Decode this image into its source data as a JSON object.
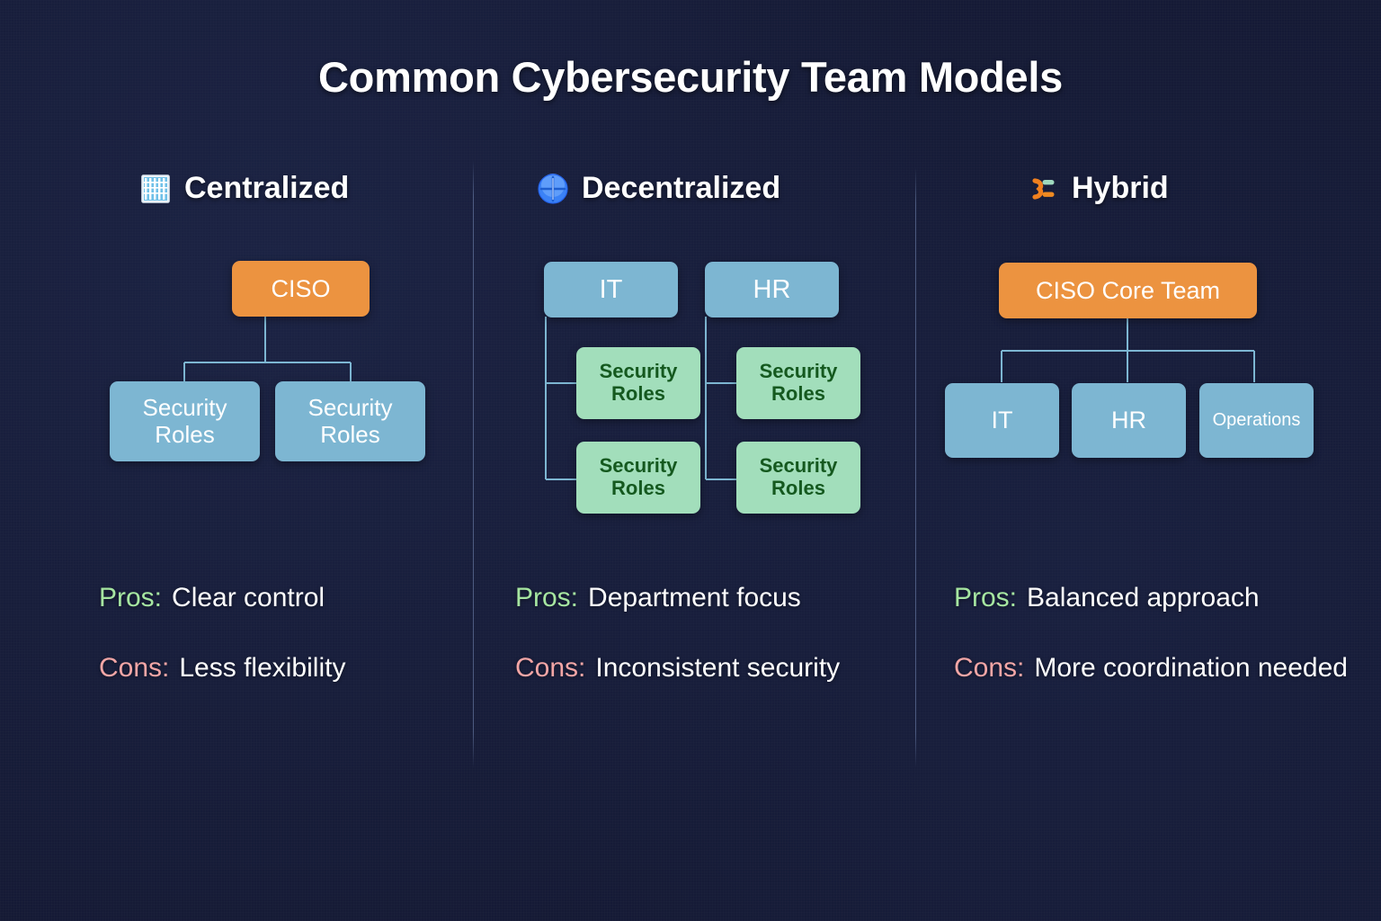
{
  "page": {
    "title": "Common Cybersecurity Team Models",
    "background_color": "#151a35",
    "title_color": "#ffffff"
  },
  "palette": {
    "orange": "#ec9340",
    "blue": "#7db6d2",
    "green": "#a2debb",
    "green_text": "#15591f",
    "pros_color": "#a6e6a1",
    "cons_color": "#f3a6a6",
    "connector": "#7db6d2",
    "divider": "#6f7fa8"
  },
  "columns": [
    {
      "id": "centralized",
      "icon": "office-building-icon",
      "heading": "Centralized",
      "nodes": {
        "root": "CISO",
        "children": [
          "Security Roles",
          "Security Roles"
        ]
      },
      "pros_label": "Pros:",
      "pros_value": "Clear control",
      "cons_label": "Cons:",
      "cons_value": "Less flexibility"
    },
    {
      "id": "decentralized",
      "icon": "globe-circle-icon",
      "heading": "Decentralized",
      "nodes": {
        "branches": [
          {
            "head": "IT",
            "children": [
              "Security Roles",
              "Security Roles"
            ]
          },
          {
            "head": "HR",
            "children": [
              "Security Roles",
              "Security Roles"
            ]
          }
        ]
      },
      "pros_label": "Pros:",
      "pros_value": "Department focus",
      "cons_label": "Cons:",
      "cons_value": "Inconsistent security"
    },
    {
      "id": "hybrid",
      "icon": "handshake-connector-icon",
      "heading": "Hybrid",
      "nodes": {
        "root": "CISO Core Team",
        "children": [
          "IT",
          "HR",
          "Operations"
        ]
      },
      "pros_label": "Pros:",
      "pros_value": "Balanced approach",
      "cons_label": "Cons:",
      "cons_value": "More coordination needed"
    }
  ]
}
